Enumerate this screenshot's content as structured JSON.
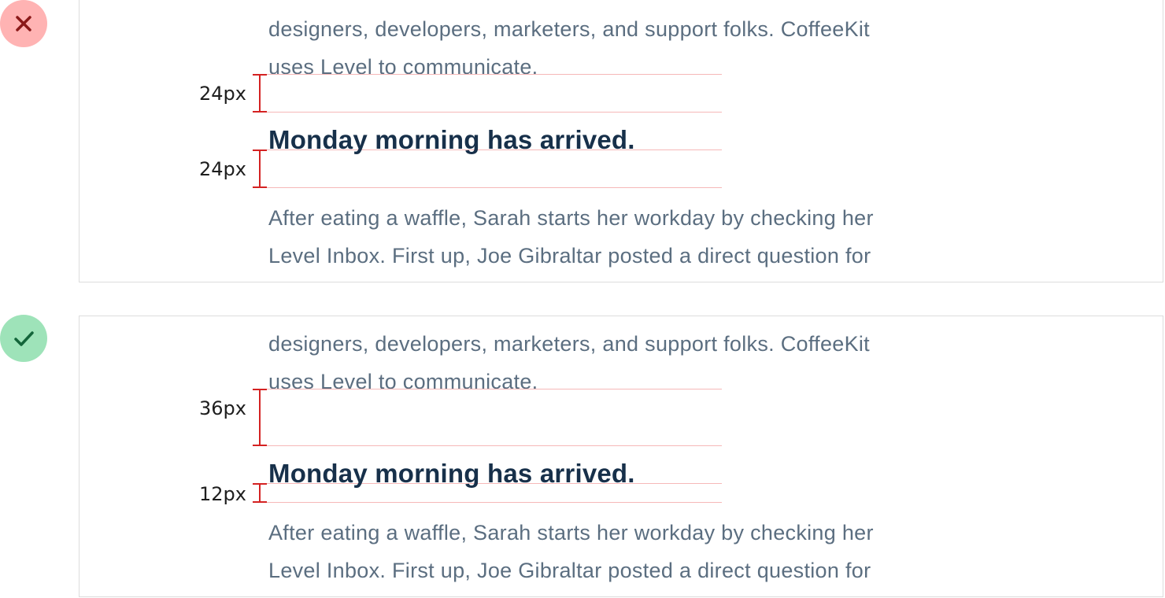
{
  "examples": [
    {
      "status": "incorrect",
      "icon": "close-icon",
      "icon_color": "#8b1a1a",
      "badge_color": "#ffb3b3",
      "intro_lines": [
        "designers, developers, marketers, and support folks. CoffeeKit",
        "uses Level to communicate."
      ],
      "heading": "Monday morning has arrived.",
      "body_lines": [
        "After eating a waffle, Sarah starts her workday by checking her",
        "Level Inbox. First up, Joe Gibraltar posted a direct question for"
      ],
      "space_above_heading": "24px",
      "space_below_heading": "24px"
    },
    {
      "status": "correct",
      "icon": "checkmark-icon",
      "icon_color": "#13653a",
      "badge_color": "#9ee3b9",
      "intro_lines": [
        "designers, developers, marketers, and support folks. CoffeeKit",
        "uses Level to communicate."
      ],
      "heading": "Monday morning has arrived.",
      "body_lines": [
        "After eating a waffle, Sarah starts her workday by checking her",
        "Level Inbox. First up, Joe Gibraltar posted a direct question for"
      ],
      "space_above_heading": "36px",
      "space_below_heading": "12px"
    }
  ],
  "colors": {
    "guide_line": "#f6b8b8",
    "measure_bracket": "#d42222",
    "body_text": "#5b6e80",
    "heading_text": "#17304a",
    "panel_border": "#dcdcdc"
  }
}
